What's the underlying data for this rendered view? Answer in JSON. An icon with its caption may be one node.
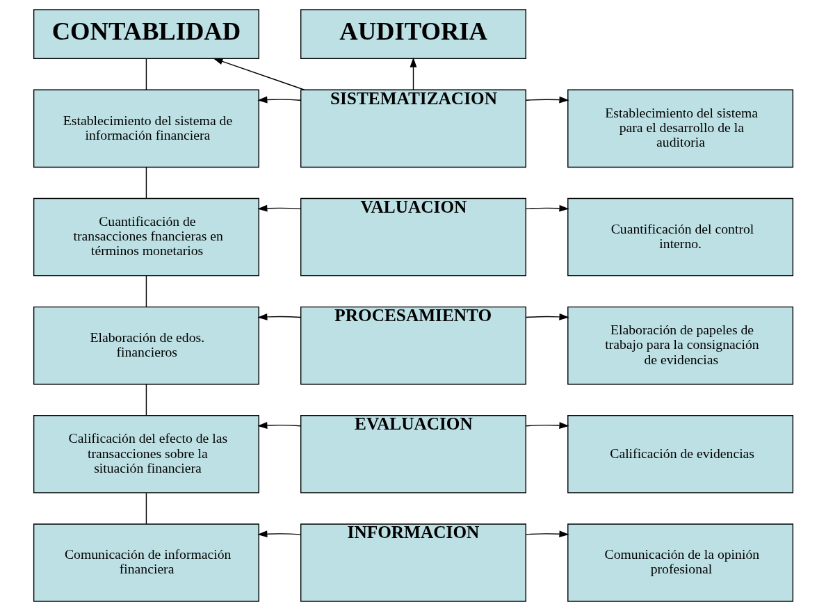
{
  "diagram": {
    "nodes": [
      {
        "text": [
          "CONTABLIDAD"
        ]
      },
      {
        "text": [
          "AUDITORIA"
        ]
      },
      {
        "text": [
          "Establecimiento del sistema de información financiera"
        ]
      },
      {
        "text": [
          "SISTEMATIZACION"
        ]
      },
      {
        "text": [
          "Establecimiento del sistema para el desarrollo de la auditoria"
        ]
      },
      {
        "text": [
          "Cuantificación de transacciones fnancieras en términos monetarios"
        ]
      },
      {
        "text": [
          "VALUACION"
        ]
      },
      {
        "text": [
          "Cuantificación del control interno."
        ]
      },
      {
        "text": [
          "Elaboración de edos. financieros"
        ]
      },
      {
        "text": [
          "PROCESAMIENTO"
        ]
      },
      {
        "text": [
          "Elaboración de papeles de trabajo para la consignación de evidencias"
        ]
      },
      {
        "text": [
          "Calificación del efecto de las transacciones sobre la situación financiera"
        ]
      },
      {
        "text": [
          "EVALUACION"
        ]
      },
      {
        "text": [
          "Calificación de evidencias"
        ]
      },
      {
        "text": [
          "Comunicación de información financiera"
        ]
      },
      {
        "text": [
          "INFORMACION"
        ]
      },
      {
        "text": [
          "Comunicación de la opinión profesional"
        ]
      }
    ],
    "edges": [
      {
        "from": 3,
        "to": 0,
        "arrow": "to"
      },
      {
        "from": 3,
        "to": 1,
        "arrow": "to"
      },
      {
        "from": 0,
        "to": 2,
        "arrow": "none"
      },
      {
        "from": 2,
        "to": 5,
        "arrow": "none"
      },
      {
        "from": 5,
        "to": 8,
        "arrow": "none"
      },
      {
        "from": 8,
        "to": 11,
        "arrow": "none"
      },
      {
        "from": 11,
        "to": 14,
        "arrow": "none"
      },
      {
        "from": 3,
        "to": 2,
        "arrow": "to"
      },
      {
        "from": 3,
        "to": 4,
        "arrow": "to"
      },
      {
        "from": 6,
        "to": 5,
        "arrow": "to"
      },
      {
        "from": 6,
        "to": 7,
        "arrow": "to"
      },
      {
        "from": 9,
        "to": 8,
        "arrow": "to"
      },
      {
        "from": 9,
        "to": 10,
        "arrow": "to"
      },
      {
        "from": 12,
        "to": 11,
        "arrow": "to"
      },
      {
        "from": 12,
        "to": 13,
        "arrow": "to"
      },
      {
        "from": 15,
        "to": 14,
        "arrow": "to"
      },
      {
        "from": 15,
        "to": 16,
        "arrow": "to"
      }
    ]
  }
}
